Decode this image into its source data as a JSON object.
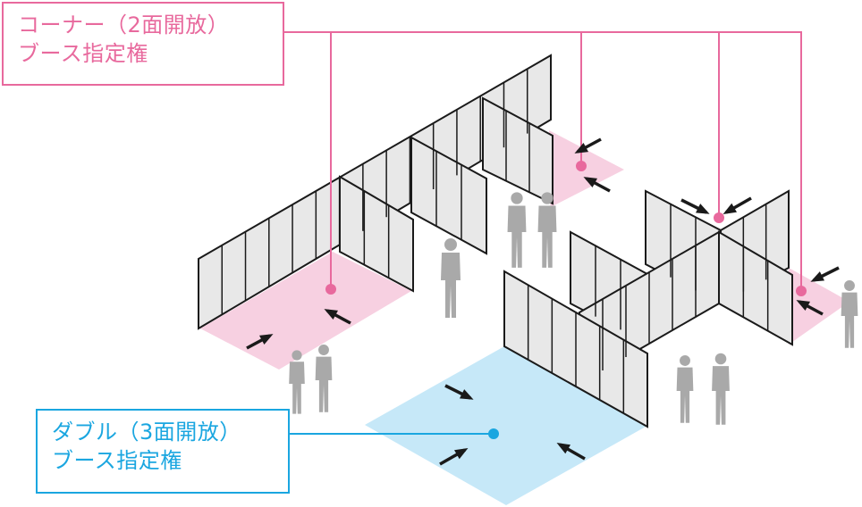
{
  "labels": {
    "corner": {
      "line1": "コーナー（2面開放）",
      "line2": "ブース指定権"
    },
    "double": {
      "line1": "ダブル（3面開放）",
      "line2": "ブース指定権"
    }
  },
  "colors": {
    "corner_accent": "#e8699d",
    "corner_fill": "#f7d0e1",
    "double_accent": "#1aa6e0",
    "double_fill": "#c6e8f8",
    "panel_fill": "#e8e8e8",
    "panel_stroke": "#1a1a1a",
    "person": "#a9a9a9",
    "arrow": "#1a1a1a"
  }
}
